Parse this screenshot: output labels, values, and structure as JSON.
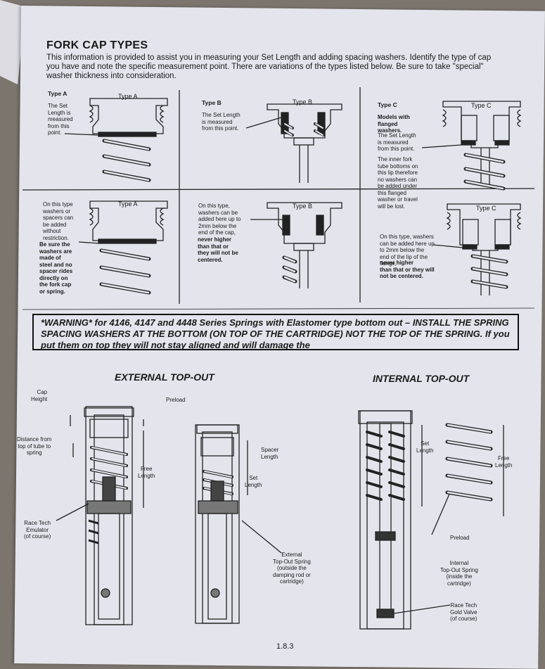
{
  "title": "FORK CAP TYPES",
  "intro": "This information is provided to assist you in measuring your Set Length and adding spacing washers.  Identify the type of cap you have and note the specific measurement point.  There are variations of the types listed below.  Be sure to take \"special\" washer thickness into consideration.",
  "top_row": {
    "a": {
      "heading": "Type A",
      "cap_label": "Type A",
      "note": "The Set\nLength is\nmeasured\nfrom this\npoint."
    },
    "b": {
      "heading": "Type B",
      "cap_label": "Type B",
      "note": "The Set Length\nis measured\nfrom this point."
    },
    "c": {
      "heading": "Type C",
      "cap_label": "Type C",
      "note_bold": "Models with\nflanged\nwashers.",
      "note": "The Set Length\nis measured\nfrom this point.",
      "note2": "The inner fork\ntube bottoms on\nthis lip therefore\nno washers can\nbe added under\nthis flanged\nwasher or travel\nwill be lost."
    }
  },
  "bottom_row": {
    "a": {
      "cap_label": "Type A",
      "note": "On this type\nwashers or\nspacers can\nbe added\nwithout\nrestriction.",
      "note_bold": "Be sure the\nwashers are\nmade of\nsteel and no\nspacer rides\ndirectly on\nthe fork cap\nor spring."
    },
    "b": {
      "cap_label": "Type B",
      "note": "On this type,\nwashers can be\nadded here up to\n2mm below the\nend of the cap,",
      "note_bold": "never higher\nthan that or\nthey will not be\ncentered."
    },
    "c": {
      "cap_label": "Type C",
      "note": "On this type, washers\ncan be added here up\nto 2mm below the\nend of the lip of the\nflange,",
      "note_bold": "never higher\nthan that or they will\nnot be centered."
    }
  },
  "warning": "*WARNING* for 4146, 4147 and 4448 Series Springs with Elastomer type bottom out – INSTALL THE SPRING SPACING WASHERS AT THE BOTTOM (ON TOP OF THE CARTRIDGE) NOT THE TOP OF THE SPRING.  If you put them on top they will not stay aligned and will damage the",
  "external": {
    "heading": "EXTERNAL TOP-OUT",
    "cap_height": "Cap\nHeight",
    "preload": "Preload",
    "distance": "Distance from\ntop of tube to\nspring",
    "free_length": "Free\nLength",
    "emulator": "Race Tech\nEmulator\n(of course)",
    "spacer_length": "Spacer\nLength",
    "set_length": "Set\nLength",
    "topout_spring": "External\nTop-Out Spring\n(outside the\ndamping rod or\ncartridge)"
  },
  "internal": {
    "heading": "INTERNAL TOP-OUT",
    "set_length": "Set\nLength",
    "free_length": "Free\nLength",
    "preload": "Preload",
    "topout_spring": "Internal\nTop-Out Spring\n(inside the\ncartridge)",
    "gold_valve": "Race Tech\nGold Valve\n(of course)"
  },
  "page_number": "1.8.3"
}
